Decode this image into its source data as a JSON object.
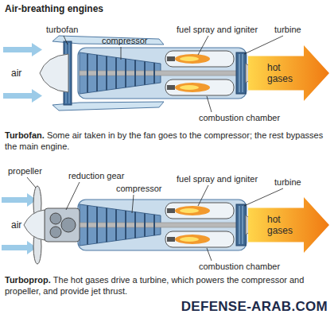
{
  "diagram": {
    "title": "Air-breathing engines",
    "nodes": [
      {
        "text": [
          "hot gases"
        ]
      },
      {
        "text": [
          "hot gases"
        ]
      }
    ],
    "labels": [
      "turbofan",
      "compressor",
      "fuel spray and igniter",
      "turbine",
      "air",
      "combustion chamber",
      "Turbofan.",
      "Some air taken in by the fan goes to the compressor; the rest bypasses the main engine.",
      "propeller",
      "reduction gear",
      "compressor",
      "fuel spray and igniter",
      "turbine",
      "air",
      "combustion chamber",
      "Turboprop.",
      "The hot gases drive a turbine, which powers the compressor and propeller, and provide jet thrust.",
      "DEFENSE-ARAB.COM"
    ]
  }
}
